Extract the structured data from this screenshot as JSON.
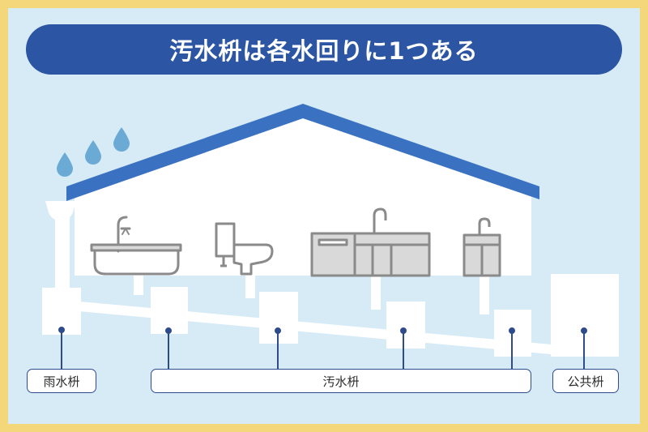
{
  "title": "汚水枡は各水回りに1つある",
  "labels": {
    "rain": "雨水枡",
    "sewage": "汚水枡",
    "public": "公共枡"
  },
  "colors": {
    "frame": "#f4d77a",
    "background": "#d7ebf7",
    "banner": "#2c56a3",
    "roof": "#3a72c1",
    "raindrop": "#6aaad4",
    "fixture_stroke": "#8a8a8a",
    "fixture_fill": "#d9d9d9",
    "connector": "#2e4c8c"
  }
}
